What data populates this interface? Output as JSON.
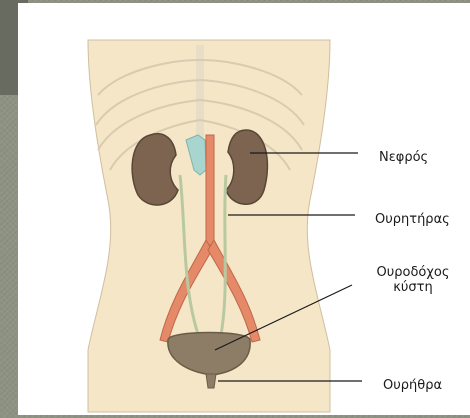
{
  "diagram": {
    "labels": {
      "kidney": "Νεφρός",
      "ureter": "Ουρητήρας",
      "bladder": "Ουροδόχος κύστη",
      "urethra": "Ουρήθρα"
    }
  },
  "colors": {
    "background": "#8d9282",
    "skin": "#f5e6c8",
    "kidney": "#7d6450",
    "aorta": "#e58a68",
    "vena_cava": "#a9d5cf",
    "bladder": "#8e7d66",
    "ribs": "#ffffff"
  }
}
